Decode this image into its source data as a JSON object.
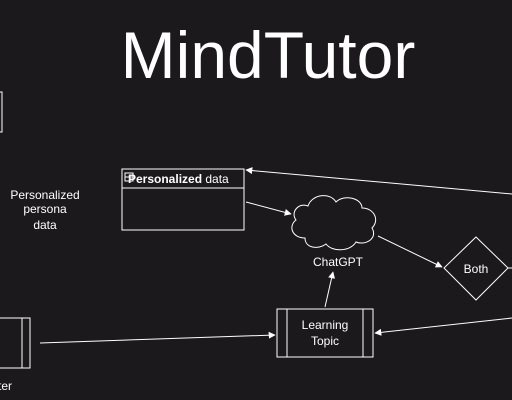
{
  "title": "MindTutor",
  "nodes": {
    "personalized_persona_data": {
      "line1": "Personalized",
      "line2": "persona",
      "line3": "data"
    },
    "personalized_data_table": {
      "header_bold": "Personalized",
      "header_rest": " data"
    },
    "chatgpt": {
      "label": "ChatGPT"
    },
    "both": {
      "label": "Both"
    },
    "learning_topic": {
      "line1": "Learning",
      "line2": "Topic"
    },
    "left_partial": {
      "label": "ter"
    }
  }
}
